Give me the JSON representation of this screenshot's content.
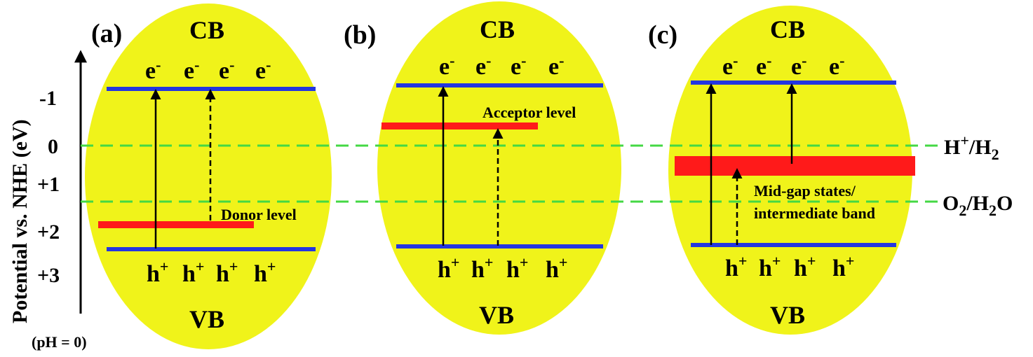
{
  "axis": {
    "title": "Potential vs. NHE (eV)",
    "ticks": [
      "-1",
      "0",
      "+1",
      "+2",
      "+3"
    ],
    "condition": "(pH = 0)"
  },
  "redox_levels": {
    "h2": {
      "main": "H",
      "sup": "+",
      "tail": "/H",
      "sub": "2"
    },
    "o2": {
      "pre": "O",
      "sub1": "2",
      "mid": "/H",
      "sub2": "2",
      "tail": "O"
    }
  },
  "panels": [
    {
      "tag": "(a)",
      "cb": "CB",
      "vb": "VB",
      "electron": "e",
      "electron_sup": "-",
      "hole": "h",
      "hole_sup": "+",
      "level_label": "Donor level"
    },
    {
      "tag": "(b)",
      "cb": "CB",
      "vb": "VB",
      "electron": "e",
      "electron_sup": "-",
      "hole": "h",
      "hole_sup": "+",
      "level_label": "Acceptor level"
    },
    {
      "tag": "(c)",
      "cb": "CB",
      "vb": "VB",
      "electron": "e",
      "electron_sup": "-",
      "hole": "h",
      "hole_sup": "+",
      "level_label_line1": "Mid-gap states/",
      "level_label_line2": "intermediate band"
    }
  ],
  "colors": {
    "ellipse": "#f0f31a",
    "band_edge": "#2436e0",
    "impurity_level": "#ff1a1a",
    "redox_line": "#44d844"
  }
}
